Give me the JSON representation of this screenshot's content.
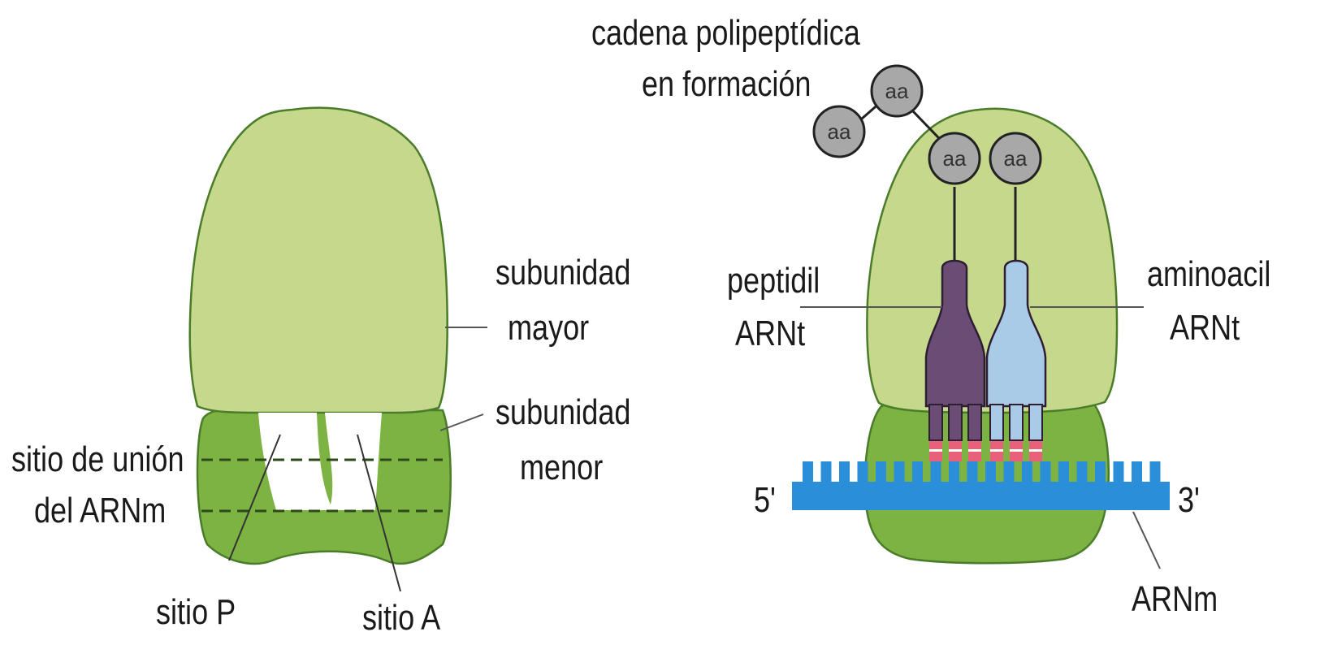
{
  "left_ribosome": {
    "large_subunit_label": [
      "subunidad",
      "mayor"
    ],
    "small_subunit_label": [
      "subunidad",
      "menor"
    ],
    "mrna_binding_site_label": [
      "sitio de unión",
      "del ARNm"
    ],
    "p_site_label": "sitio P",
    "a_site_label": "sitio A"
  },
  "right_ribosome": {
    "chain_label": [
      "cadena polipeptídica",
      "en formación"
    ],
    "amino_acid_label": "aa",
    "peptidyl_trna_label": [
      "peptidil",
      "ARNt"
    ],
    "aminoacyl_trna_label": [
      "aminoacil",
      "ARNt"
    ],
    "five_prime_label": "5'",
    "three_prime_label": "3'",
    "mrna_label": "ARNm"
  },
  "colors": {
    "large_subunit": "#c5d88c",
    "small_subunit": "#7cb342",
    "outline": "#4a7c2a",
    "amino_acid": "#a8a8a8",
    "peptidyl_trna": "#6b4c74",
    "aminoacyl_trna": "#a9cbe8",
    "mrna": "#2a8fd8",
    "codon_pair": "#e8607a"
  }
}
